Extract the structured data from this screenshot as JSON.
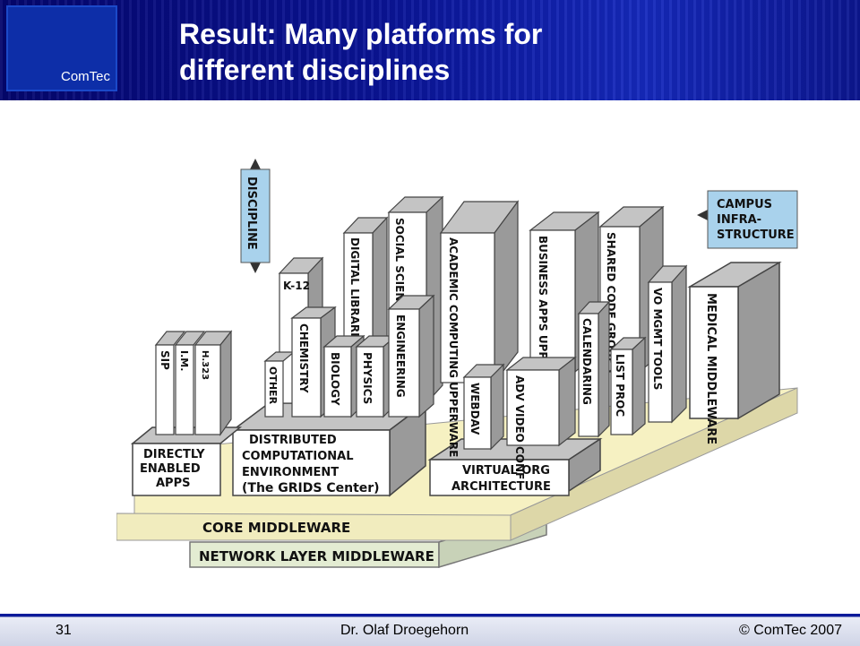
{
  "header": {
    "logo_text": "ComTec",
    "title_line1": "Result: Many platforms for",
    "title_line2": "different disciplines"
  },
  "diagram": {
    "axis_vertical": [
      "DISCIPLINE"
    ],
    "axis_horizontal": [
      "CAMPUS",
      "INFRA-",
      "STRUCTURE"
    ],
    "directly_enabled_apps": {
      "base": [
        "DIRECTLY",
        "ENABLED",
        "APPS"
      ],
      "items": [
        "SIP",
        "I.M.",
        "H.323"
      ]
    },
    "distributed_env": {
      "base": [
        "DISTRIBUTED",
        "COMPUTATIONAL",
        "ENVIRONMENT",
        "(The GRIDS Center)"
      ],
      "tall": [
        "K-12",
        "DIGITAL LIBRARIES",
        "SOCIAL SCIENCES"
      ],
      "short": [
        "OTHER",
        "CHEMISTRY",
        "BIOLOGY",
        "PHYSICS",
        "ENGINEERING"
      ]
    },
    "upperware": [
      "ACADEMIC COMPUTING UPPERWARE",
      "BUSINESS APPS UPPER WARE",
      "SHARED CODE GROUPS"
    ],
    "virtual_org": {
      "base": [
        "VIRTUAL ORG",
        "ARCHITECTURE"
      ],
      "items": [
        "WEBDAV",
        "ADV VIDEO CONF",
        "CALENDARING",
        "LIST PROC",
        "VO MGMT TOOLS"
      ]
    },
    "medical": "MEDICAL MIDDLEWARE",
    "core": "CORE MIDDLEWARE",
    "network": "NETWORK LAYER MIDDLEWARE",
    "colors": {
      "block_face": "#ffffff",
      "block_top": "#c4c4c4",
      "block_side": "#9a9a9a",
      "core_layer": "#f6f1c2",
      "network_layer": "#e3ecd2",
      "arrow_box": "#a9d2ec"
    }
  },
  "footer": {
    "page_number": "31",
    "author": "Dr. Olaf Droegehorn",
    "copyright": "© ComTec 2007"
  }
}
